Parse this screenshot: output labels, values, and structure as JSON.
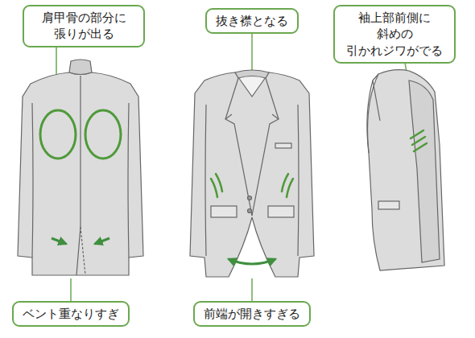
{
  "diagram": {
    "nodes": [
      {
        "text": [
          "肩甲骨の部分に 張りが出る"
        ]
      },
      {
        "text": [
          "抜き襟となる"
        ]
      },
      {
        "text": [
          "袖上部前側に 斜めの 引かれジワがでる"
        ]
      },
      {
        "text": [
          "ベント重なりすぎ"
        ]
      },
      {
        "text": [
          "前端が開きすぎる"
        ]
      }
    ]
  }
}
